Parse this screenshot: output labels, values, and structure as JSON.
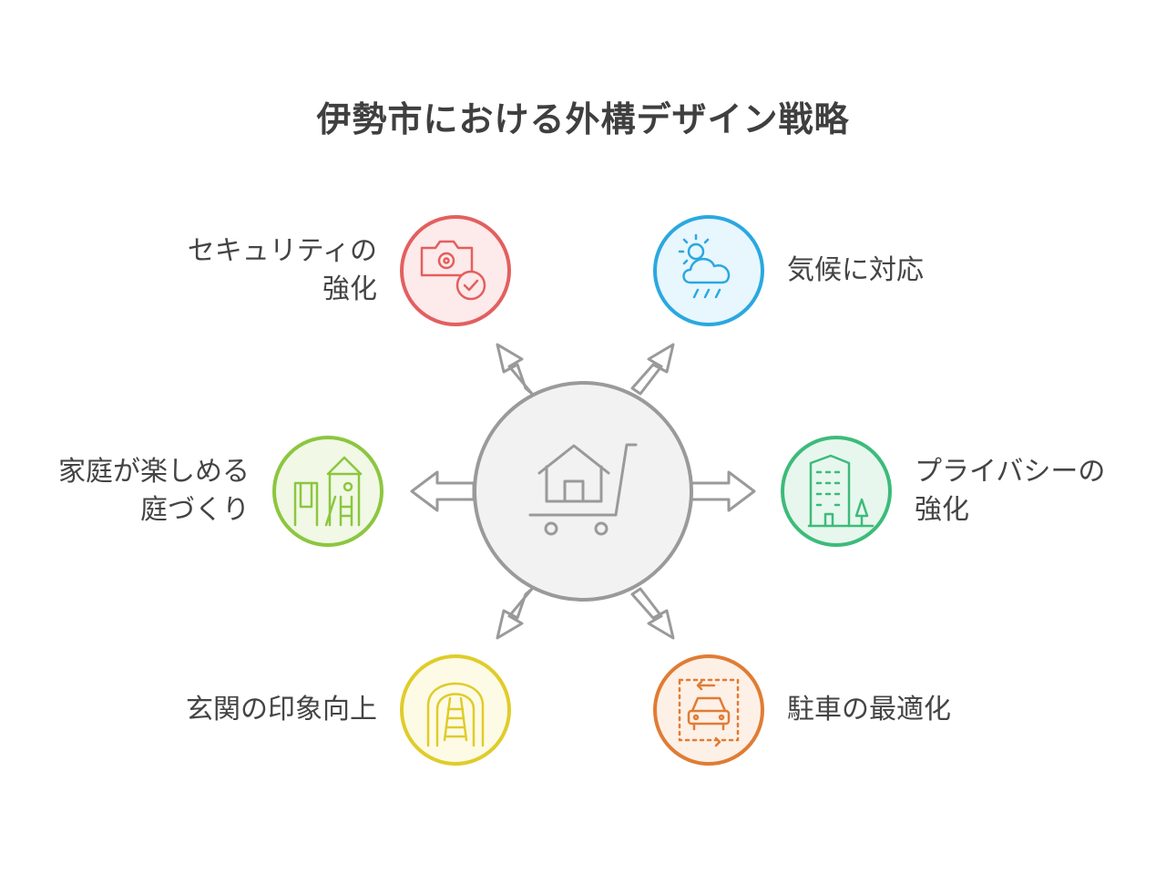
{
  "title": "伊勢市における外構デザイン戦略",
  "items": [
    {
      "id": "security",
      "line1": "セキュリティの",
      "line2": "強化",
      "color": "#e35f5f",
      "fill": "#fdeaea",
      "icon": "camera-check-icon"
    },
    {
      "id": "climate",
      "line1": "気候に対応",
      "line2": "",
      "color": "#2aa8e0",
      "fill": "#e8f6fd",
      "icon": "weather-icon"
    },
    {
      "id": "garden",
      "line1": "家庭が楽しめる",
      "line2": "庭づくり",
      "color": "#8cc63f",
      "fill": "#f1f8e6",
      "icon": "playground-icon"
    },
    {
      "id": "privacy",
      "line1": "プライバシーの",
      "line2": "強化",
      "color": "#3dbb7a",
      "fill": "#e7f7ee",
      "icon": "building-tree-icon"
    },
    {
      "id": "entrance",
      "line1": "玄関の印象向上",
      "line2": "",
      "color": "#e0cc2a",
      "fill": "#fdfbe6",
      "icon": "pathway-icon"
    },
    {
      "id": "parking",
      "line1": "駐車の最適化",
      "line2": "",
      "color": "#e07c35",
      "fill": "#fdf0e6",
      "icon": "car-parking-icon"
    }
  ],
  "center": {
    "icon": "house-cart-icon"
  }
}
